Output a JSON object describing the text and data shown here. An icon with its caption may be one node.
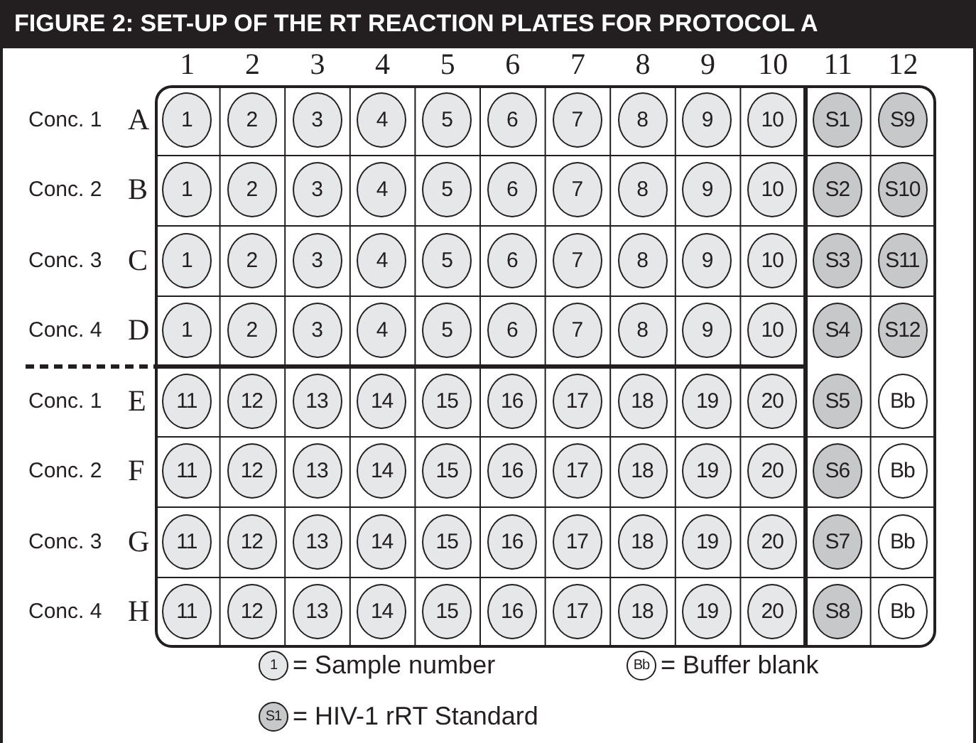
{
  "diagram": {
    "title": "FIGURE 2: SET-UP OF THE RT REACTION PLATES FOR PROTOCOL A",
    "nodes": [
      {
        "text": [],
        "shape": "box"
      },
      {
        "text": [
          "1"
        ],
        "in": 0
      },
      {
        "text": [
          "2"
        ],
        "in": 0
      },
      {
        "text": [
          "3"
        ],
        "in": 0
      },
      {
        "text": [
          "4"
        ],
        "in": 0
      },
      {
        "text": [
          "5"
        ],
        "in": 0
      },
      {
        "text": [
          "6"
        ],
        "in": 0
      },
      {
        "text": [
          "7"
        ],
        "in": 0
      },
      {
        "text": [
          "8"
        ],
        "in": 0
      },
      {
        "text": [
          "9"
        ],
        "in": 0
      },
      {
        "text": [
          "10"
        ],
        "in": 0
      },
      {
        "text": [
          "S1"
        ],
        "in": 0
      },
      {
        "text": [
          "S9"
        ],
        "in": 0
      },
      {
        "text": [
          "1"
        ],
        "in": 0
      },
      {
        "text": [
          "2"
        ],
        "in": 0
      },
      {
        "text": [
          "3"
        ],
        "in": 0
      },
      {
        "text": [
          "4"
        ],
        "in": 0
      },
      {
        "text": [
          "5"
        ],
        "in": 0
      },
      {
        "text": [
          "6"
        ],
        "in": 0
      },
      {
        "text": [
          "7"
        ],
        "in": 0
      },
      {
        "text": [
          "8"
        ],
        "in": 0
      },
      {
        "text": [
          "9"
        ],
        "in": 0
      },
      {
        "text": [
          "10"
        ],
        "in": 0
      },
      {
        "text": [
          "S2"
        ],
        "in": 0
      },
      {
        "text": [
          "S10"
        ],
        "in": 0
      },
      {
        "text": [
          "1"
        ],
        "in": 0
      },
      {
        "text": [
          "2"
        ],
        "in": 0
      },
      {
        "text": [
          "3"
        ],
        "in": 0
      },
      {
        "text": [
          "4"
        ],
        "in": 0
      },
      {
        "text": [
          "5"
        ],
        "in": 0
      },
      {
        "text": [
          "6"
        ],
        "in": 0
      },
      {
        "text": [
          "7"
        ],
        "in": 0
      },
      {
        "text": [
          "8"
        ],
        "in": 0
      },
      {
        "text": [
          "9"
        ],
        "in": 0
      },
      {
        "text": [
          "10"
        ],
        "in": 0
      },
      {
        "text": [
          "S3"
        ],
        "in": 0
      },
      {
        "text": [
          "S11"
        ],
        "in": 0
      },
      {
        "text": [
          "1"
        ],
        "in": 0
      },
      {
        "text": [
          "2"
        ],
        "in": 0
      },
      {
        "text": [
          "3"
        ],
        "in": 0
      },
      {
        "text": [
          "4"
        ],
        "in": 0
      },
      {
        "text": [
          "5"
        ],
        "in": 0
      },
      {
        "text": [
          "6"
        ],
        "in": 0
      },
      {
        "text": [
          "7"
        ],
        "in": 0
      },
      {
        "text": [
          "8"
        ],
        "in": 0
      },
      {
        "text": [
          "9"
        ],
        "in": 0
      },
      {
        "text": [
          "10"
        ],
        "in": 0
      },
      {
        "text": [
          "S4"
        ],
        "in": 0
      },
      {
        "text": [
          "S12"
        ],
        "in": 0
      },
      {
        "text": [
          "11"
        ],
        "in": 0
      },
      {
        "text": [
          "12"
        ],
        "in": 0
      },
      {
        "text": [
          "13"
        ],
        "in": 0
      },
      {
        "text": [
          "14"
        ],
        "in": 0
      },
      {
        "text": [
          "15"
        ],
        "in": 0
      },
      {
        "text": [
          "16"
        ],
        "in": 0
      },
      {
        "text": [
          "17"
        ],
        "in": 0
      },
      {
        "text": [
          "18"
        ],
        "in": 0
      },
      {
        "text": [
          "19"
        ],
        "in": 0
      },
      {
        "text": [
          "20"
        ],
        "in": 0
      },
      {
        "text": [
          "S5"
        ],
        "in": 0
      },
      {
        "text": [
          "Bb"
        ],
        "in": 0
      },
      {
        "text": [
          "11"
        ],
        "in": 0
      },
      {
        "text": [
          "12"
        ],
        "in": 0
      },
      {
        "text": [
          "13"
        ],
        "in": 0
      },
      {
        "text": [
          "14"
        ],
        "in": 0
      },
      {
        "text": [
          "15"
        ],
        "in": 0
      },
      {
        "text": [
          "16"
        ],
        "in": 0
      },
      {
        "text": [
          "17"
        ],
        "in": 0
      },
      {
        "text": [
          "18"
        ],
        "in": 0
      },
      {
        "text": [
          "19"
        ],
        "in": 0
      },
      {
        "text": [
          "20"
        ],
        "in": 0
      },
      {
        "text": [
          "S6"
        ],
        "in": 0
      },
      {
        "text": [
          "Bb"
        ],
        "in": 0
      },
      {
        "text": [
          "11"
        ],
        "in": 0
      },
      {
        "text": [
          "12"
        ],
        "in": 0
      },
      {
        "text": [
          "13"
        ],
        "in": 0
      },
      {
        "text": [
          "14"
        ],
        "in": 0
      },
      {
        "text": [
          "15"
        ],
        "in": 0
      },
      {
        "text": [
          "16"
        ],
        "in": 0
      },
      {
        "text": [
          "17"
        ],
        "in": 0
      },
      {
        "text": [
          "18"
        ],
        "in": 0
      },
      {
        "text": [
          "19"
        ],
        "in": 0
      },
      {
        "text": [
          "20"
        ],
        "in": 0
      },
      {
        "text": [
          "S7"
        ],
        "in": 0
      },
      {
        "text": [
          "Bb"
        ],
        "in": 0
      },
      {
        "text": [
          "11"
        ],
        "in": 0
      },
      {
        "text": [
          "12"
        ],
        "in": 0
      },
      {
        "text": [
          "13"
        ],
        "in": 0
      },
      {
        "text": [
          "14"
        ],
        "in": 0
      },
      {
        "text": [
          "15"
        ],
        "in": 0
      },
      {
        "text": [
          "16"
        ],
        "in": 0
      },
      {
        "text": [
          "17"
        ],
        "in": 0
      },
      {
        "text": [
          "18"
        ],
        "in": 0
      },
      {
        "text": [
          "19"
        ],
        "in": 0
      },
      {
        "text": [
          "20"
        ],
        "in": 0
      },
      {
        "text": [
          "S8"
        ],
        "in": 0
      },
      {
        "text": [
          "Bb"
        ],
        "in": 0
      },
      {
        "text": [
          "1"
        ],
        "beside": [
          "= Sample number"
        ]
      },
      {
        "text": [
          "Bb"
        ],
        "beside": [
          "= Buffer blank"
        ]
      },
      {
        "text": [
          "S1"
        ],
        "beside": [
          "= HIV-1 rRT Standard"
        ]
      }
    ],
    "labels": [
      "1",
      "2",
      "3",
      "4",
      "5",
      "6",
      "7",
      "8",
      "9",
      "10",
      "11",
      "12",
      "Conc. 1",
      "A",
      "Conc. 2",
      "B",
      "Conc. 3",
      "C",
      "Conc. 4",
      "D",
      "Conc. 1",
      "E",
      "Conc. 2",
      "F",
      "Conc. 3",
      "G",
      "Conc. 4",
      "H"
    ]
  }
}
